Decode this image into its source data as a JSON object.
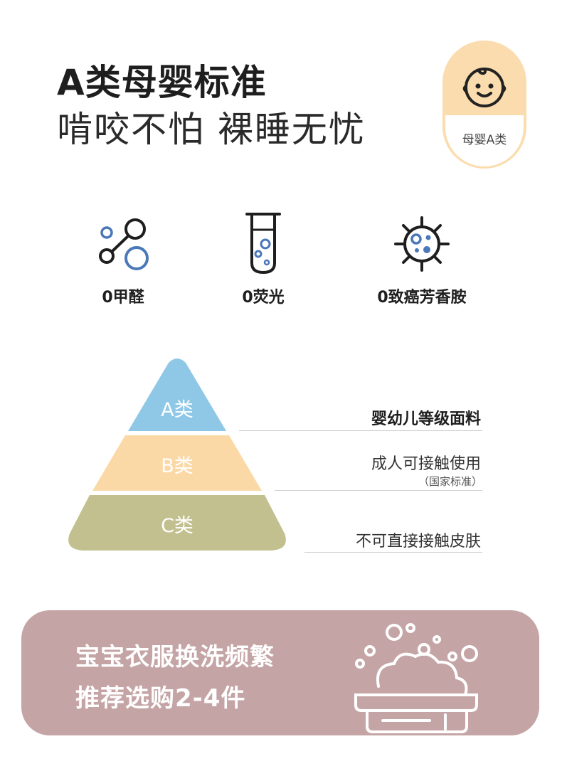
{
  "header": {
    "title": "A类母婴标准",
    "subtitle": "啃咬不怕 裸睡无忧"
  },
  "badge": {
    "icon": "baby-face-icon",
    "label": "母婴A类",
    "color": "#fbdcae"
  },
  "features": [
    {
      "icon": "molecule-icon",
      "label": "0甲醛"
    },
    {
      "icon": "test-tube-icon",
      "label": "0荧光"
    },
    {
      "icon": "germ-icon",
      "label": "0致癌芳香胺"
    }
  ],
  "grades": [
    {
      "rank": "A类",
      "color": "#8fc8e7",
      "desc": "婴幼儿等级面料",
      "note": ""
    },
    {
      "rank": "B类",
      "color": "#fbd9a7",
      "desc": "成人可接触使用",
      "note": "（国家标准）"
    },
    {
      "rank": "C类",
      "color": "#c2c08f",
      "desc": "不可直接接触皮肤",
      "note": ""
    }
  ],
  "banner": {
    "line1": "宝宝衣服换洗频繁",
    "line2": "推荐选购2-4件",
    "icon": "washing-bubbles-icon",
    "color": "#c5a4a5"
  }
}
